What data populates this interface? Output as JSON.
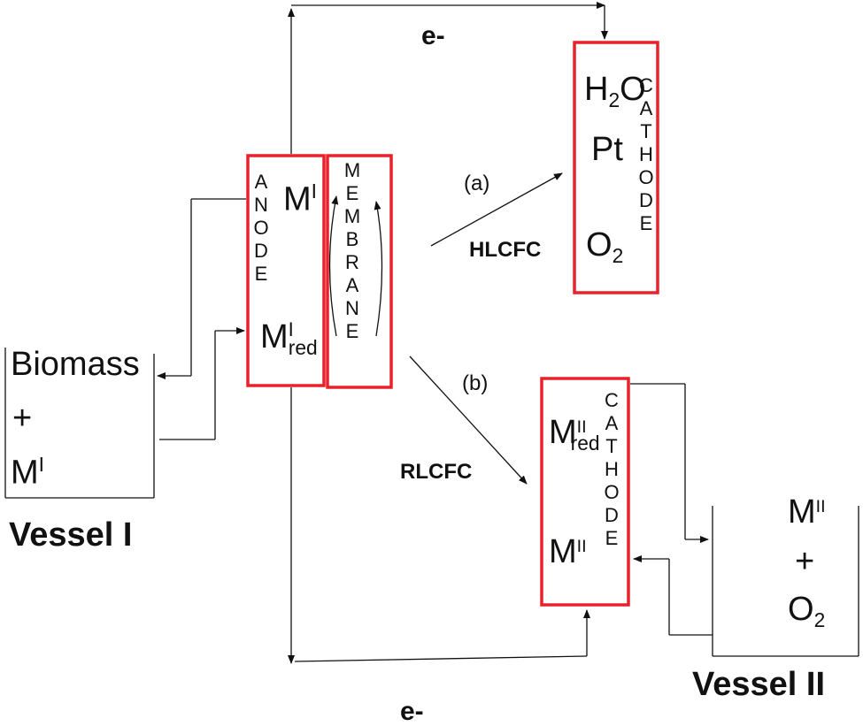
{
  "colors": {
    "box": "#e8212b",
    "line": "#111111"
  },
  "electron_top": "e-",
  "electron_bottom": "e-",
  "vessel1": {
    "caption": "Vessel I",
    "line1": "Biomass",
    "line2": "+",
    "m_base": "M",
    "m_sup": "I"
  },
  "vessel2": {
    "caption": "Vessel II",
    "m_base": "M",
    "m_sup": "II",
    "plus": "+",
    "o_base": "O",
    "o_sub": "2"
  },
  "anode": {
    "label": "ANODE",
    "m_top_base": "M",
    "m_top_sup": "I",
    "m_bot_base": "M",
    "m_bot_sup": "I",
    "m_bot_sub": "red"
  },
  "membrane": {
    "label": "MEMBRANE"
  },
  "cathode_a": {
    "label": "CATHODE",
    "h2o_h": "H",
    "h2o_sub": "2",
    "h2o_o": "O",
    "pt": "Pt",
    "o2_base": "O",
    "o2_sub": "2"
  },
  "cathode_b": {
    "label": "CATHODE",
    "m_top_base": "M",
    "m_top_sup": "II",
    "m_top_sub": "red",
    "m_bot_base": "M",
    "m_bot_sup": "II"
  },
  "path_a": {
    "label": "(a)",
    "name": "HLCFC"
  },
  "path_b": {
    "label": "(b)",
    "name": "RLCFC"
  }
}
